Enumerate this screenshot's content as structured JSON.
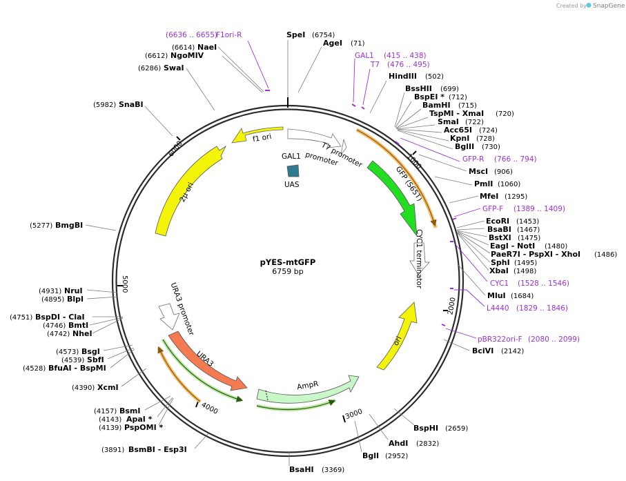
{
  "credit": {
    "prefix": "Created by",
    "brand": "SnapGene"
  },
  "plasmid": {
    "name": "pYES-mtGFP",
    "length": "6759 bp"
  },
  "ticks": [
    "1000",
    "2000",
    "3000",
    "4000",
    "5000",
    "6000"
  ],
  "features": {
    "f1_ori": "f1 ori",
    "t7_promoter": "T7 promoter",
    "gal1_promoter_line1": "GAL1",
    "gal1_promoter_line2": "promoter",
    "uas": "UAS",
    "gfp": "GFP (S65T)",
    "cyc1_terminator": "CYC1 terminator",
    "ori": "ori",
    "ampr": "AmpR",
    "ura3": "URA3",
    "ura3_promoter": "URA3 promoter",
    "two_micron_ori": "2μ ori"
  },
  "sites": [
    {
      "id": "spei",
      "name": "SpeI",
      "pos": "(6754)"
    },
    {
      "id": "agei",
      "name": "AgeI",
      "pos": "(71)"
    },
    {
      "id": "hindiii",
      "name": "HindIII",
      "pos": "(502)"
    },
    {
      "id": "bsshii",
      "name": "BssHII",
      "pos": "(699)"
    },
    {
      "id": "bspei",
      "name": "BspEI *",
      "pos": "(712)"
    },
    {
      "id": "bamhi",
      "name": "BamHI",
      "pos": "(715)"
    },
    {
      "id": "tspmi",
      "name": "TspMI - XmaI",
      "pos": "(720)"
    },
    {
      "id": "smai",
      "name": "SmaI",
      "pos": "(722)"
    },
    {
      "id": "acc65i",
      "name": "Acc65I",
      "pos": "(724)"
    },
    {
      "id": "kpni",
      "name": "KpnI",
      "pos": "(728)"
    },
    {
      "id": "bglii",
      "name": "BglII",
      "pos": "(730)"
    },
    {
      "id": "msci",
      "name": "MscI",
      "pos": "(906)"
    },
    {
      "id": "pmli",
      "name": "PmlI",
      "pos": "(1060)"
    },
    {
      "id": "mfei",
      "name": "MfeI",
      "pos": "(1295)"
    },
    {
      "id": "ecori",
      "name": "EcoRI",
      "pos": "(1453)"
    },
    {
      "id": "bsabi",
      "name": "BsaBI",
      "pos": "(1467)"
    },
    {
      "id": "bstxi",
      "name": "BstXI",
      "pos": "(1475)"
    },
    {
      "id": "eagi",
      "name": "EagI - NotI",
      "pos": "(1480)"
    },
    {
      "id": "paer7i",
      "name": "PaeR7I - PspXI - XhoI",
      "pos": "(1486)"
    },
    {
      "id": "sphi",
      "name": "SphI",
      "pos": "(1495)"
    },
    {
      "id": "xbai",
      "name": "XbaI",
      "pos": "(1498)"
    },
    {
      "id": "mlui",
      "name": "MluI",
      "pos": "(1684)"
    },
    {
      "id": "bcivi",
      "name": "BciVI",
      "pos": "(2142)"
    },
    {
      "id": "bsphi",
      "name": "BspHI",
      "pos": "(2659)"
    },
    {
      "id": "ahdi",
      "name": "AhdI",
      "pos": "(2832)"
    },
    {
      "id": "bgli",
      "name": "BglI",
      "pos": "(2952)"
    },
    {
      "id": "bsahi",
      "name": "BsaHI",
      "pos": "(3369)"
    },
    {
      "id": "bsmbi",
      "name": "BsmBI - Esp3I",
      "pos": "(3891)"
    },
    {
      "id": "pspomi",
      "name": "PspOMI *",
      "pos": "(4139)"
    },
    {
      "id": "apai",
      "name": "ApaI *",
      "pos": "(4143)"
    },
    {
      "id": "bsmi",
      "name": "BsmI",
      "pos": "(4157)"
    },
    {
      "id": "xcmi",
      "name": "XcmI",
      "pos": "(4390)"
    },
    {
      "id": "bfuai",
      "name": "BfuAI - BspMI",
      "pos": "(4528)"
    },
    {
      "id": "sbfi",
      "name": "SbfI",
      "pos": "(4539)"
    },
    {
      "id": "bsgi",
      "name": "BsgI",
      "pos": "(4573)"
    },
    {
      "id": "nhei",
      "name": "NheI",
      "pos": "(4742)"
    },
    {
      "id": "bmti",
      "name": "BmtI",
      "pos": "(4746)"
    },
    {
      "id": "bspdi",
      "name": "BspDI - ClaI",
      "pos": "(4751)"
    },
    {
      "id": "blpi",
      "name": "BlpI",
      "pos": "(4895)"
    },
    {
      "id": "nrui",
      "name": "NruI",
      "pos": "(4931)"
    },
    {
      "id": "bmgbi",
      "name": "BmgBI",
      "pos": "(5277)"
    },
    {
      "id": "snabi",
      "name": "SnaBI",
      "pos": "(5982)"
    },
    {
      "id": "swai",
      "name": "SwaI",
      "pos": "(6286)"
    },
    {
      "id": "ngomiv",
      "name": "NgoMIV",
      "pos": "(6612)"
    },
    {
      "id": "naei",
      "name": "NaeI",
      "pos": "(6614)"
    }
  ],
  "primers": [
    {
      "id": "f1ori_r",
      "name": "F1ori-R",
      "range": "(6636 .. 6655)"
    },
    {
      "id": "gal1",
      "name": "GAL1",
      "range": "(415 .. 438)"
    },
    {
      "id": "t7",
      "name": "T7",
      "range": "(476 .. 495)"
    },
    {
      "id": "gfp_r",
      "name": "GFP-R",
      "range": "(766 .. 794)"
    },
    {
      "id": "gfp_f",
      "name": "GFP-F",
      "range": "(1389 .. 1409)"
    },
    {
      "id": "cyc1",
      "name": "CYC1",
      "range": "(1528 .. 1546)"
    },
    {
      "id": "l4440",
      "name": "L4440",
      "range": "(1829 .. 1846)"
    },
    {
      "id": "pbr322ori_f",
      "name": "pBR322ori-F",
      "range": "(2080 .. 2099)"
    }
  ],
  "colors": {
    "backbone": "#2b2b2b",
    "primer": "#9b30d9",
    "gfp": "#22dd22",
    "ori": "#f4f40a",
    "ampr": "#c8f7c8",
    "ura3": "#f47a50",
    "uas": "#2e7b8f",
    "orf_orange": "#f4b860",
    "orf_green": "#4c8f2a"
  }
}
